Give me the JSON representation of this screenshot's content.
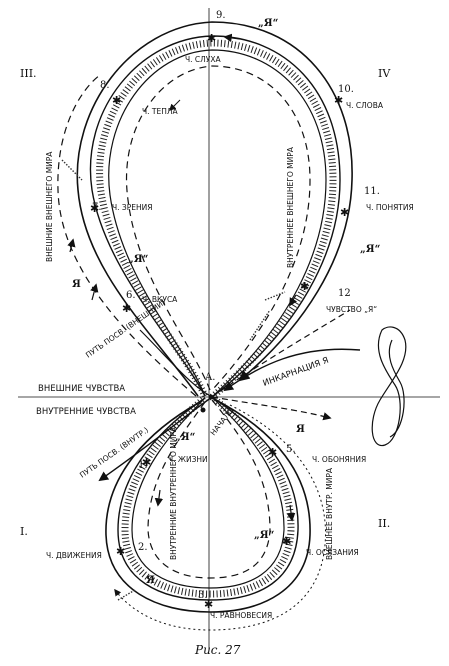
{
  "labels": {
    "quadrant_1": "I.",
    "quadrant_2": "II.",
    "quadrant_3": "III.",
    "quadrant_4": "IV",
    "caption": "Рис. 27",
    "point_a": "A.",
    "outer_senses": "ВНЕШНИЕ ЧУВСТВА",
    "inner_senses": "ВНУТРЕННИЕ ЧУВСТВА",
    "outer_world_left": "ВНЕШНИЕ ВНЕШНЕГО МИРА",
    "inner_outer_world": "ВНУТРЕННЕЕ ВНЕШНЕГО МИРА",
    "inner_inner_world": "ВНУТРЕННИЕ ВНУТРЕННЕГО МИРА",
    "outer_inner_world": "ВНЕШНЕЕ ВНУТР. МИРА",
    "path_outer": "ПУТЬ ПОСВ. (ВНЕШНИЙ)",
    "path_inner": "ПУТЬ ПОСВ. (ВНУТР.)",
    "incarnation": "ИНКАРНАЦИЯ Я",
    "start": "НАЧАЛО",
    "ya": "„Я“",
    "ya_letter": "Я"
  },
  "senses": [
    {
      "num": "1.",
      "name": "Ч. ЖИЗНИ"
    },
    {
      "num": "2.",
      "name": "Ч. ДВИЖЕНИЯ"
    },
    {
      "num": "3.",
      "name": "Ч. РАВНОВЕСИЯ"
    },
    {
      "num": "4.",
      "name": "Ч. ОСЯЗАНИЯ"
    },
    {
      "num": "5.",
      "name": "Ч. ОБОНЯНИЯ"
    },
    {
      "num": "6.",
      "name": "Ч. ВКУСА"
    },
    {
      "num": "7.",
      "name": "Ч. ЗРЕНИЯ"
    },
    {
      "num": "8.",
      "name": "Ч. ТЕПЛА"
    },
    {
      "num": "9.",
      "name": "Ч. СЛУХА"
    },
    {
      "num": "10.",
      "name": "Ч. СЛОВА"
    },
    {
      "num": "11.",
      "name": "Ч. ПОНЯТИЯ"
    },
    {
      "num": "12",
      "name": "ЧУВСТВО „Я“"
    }
  ]
}
